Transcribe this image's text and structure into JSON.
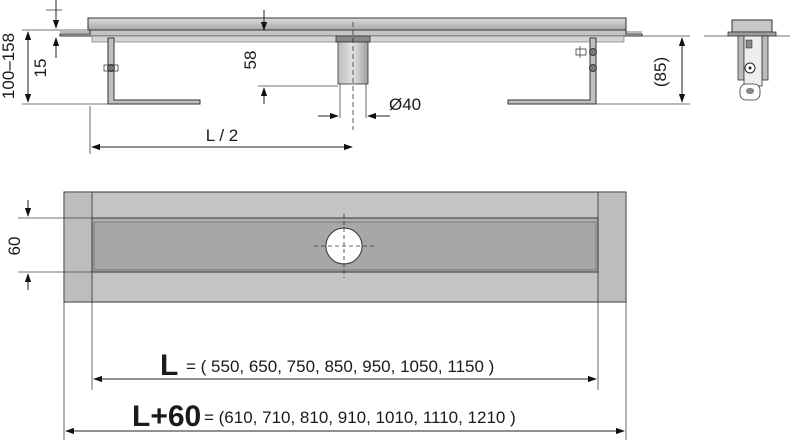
{
  "side_view": {
    "dim_height_range": "100–158",
    "dim_top_thickness": "15",
    "dim_outlet_length": "58",
    "dim_outlet_diameter": "Ø40",
    "dim_half_length": "L / 2",
    "dim_clearance": "(85)"
  },
  "top_view": {
    "dim_width": "60",
    "dim_L_symbol": "L",
    "dim_L_values": "= ( 550, 650, 750, 850, 950, 1050, 1150 )",
    "dim_L60_symbol": "L+60",
    "dim_L60_values": "= (610, 710, 810, 910, 1010, 1110, 1210 )"
  },
  "colors": {
    "steel_light": "#c9c9c9",
    "steel_mid": "#b3b3b3",
    "steel_dark": "#9a9a9a",
    "outline": "#333333",
    "drain_hole": "#ffffff"
  }
}
